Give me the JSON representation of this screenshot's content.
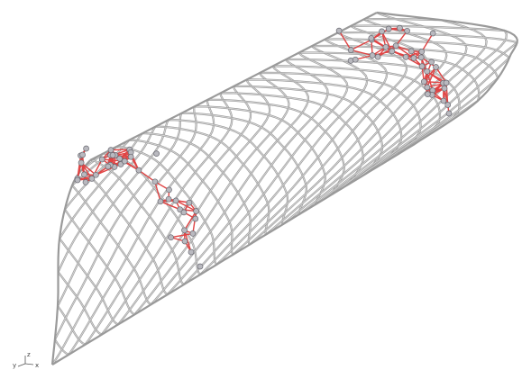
{
  "scene": {
    "object": "lattice-shell",
    "background": "#ffffff",
    "grid_color": "#9a9a9a",
    "grid_shade": "#d8d8d8",
    "path_color": "#e04444",
    "node_color": "#b9b9bf",
    "node_outline": "#6a6a72"
  },
  "axes": {
    "icon": "axis-triad-icon",
    "labels": {
      "z": "z",
      "y": "y",
      "x": "x"
    }
  }
}
